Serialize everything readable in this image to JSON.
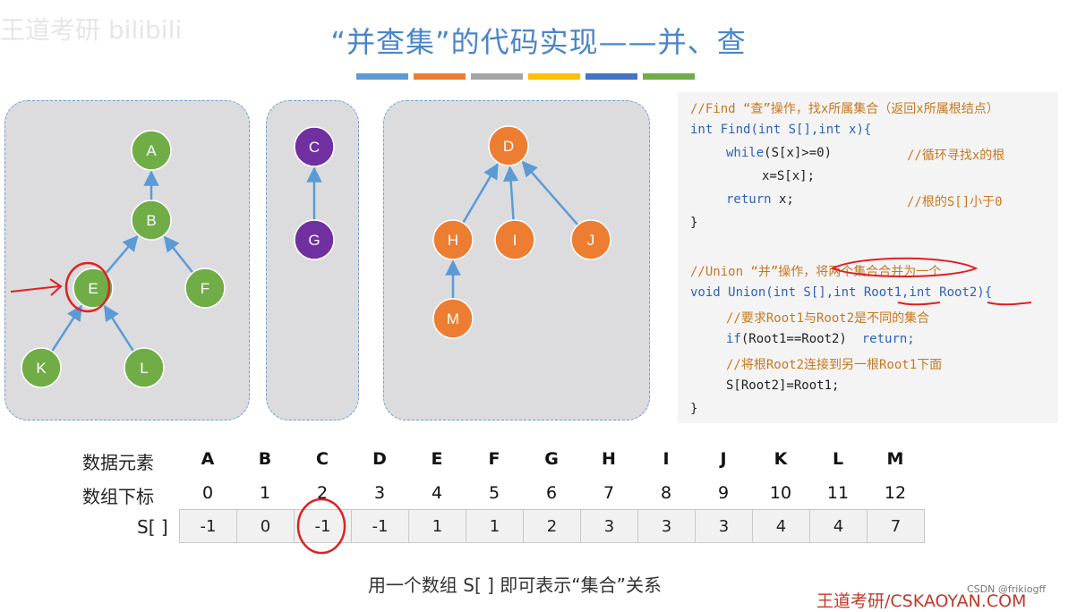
{
  "watermark": "王道考研 bilibili",
  "title": "“并查集”的代码实现——并、查",
  "color_bars": [
    "#5b9bd5",
    "#ed7d31",
    "#a5a5a5",
    "#ffc000",
    "#4472c4",
    "#70ad47"
  ],
  "trees": {
    "node_colors": {
      "green": "#70ad47",
      "purple": "#7030a0",
      "orange": "#ed7d31"
    },
    "nodes": [
      {
        "id": "A",
        "color": "green"
      },
      {
        "id": "B",
        "color": "green"
      },
      {
        "id": "E",
        "color": "green"
      },
      {
        "id": "F",
        "color": "green"
      },
      {
        "id": "K",
        "color": "green"
      },
      {
        "id": "L",
        "color": "green"
      },
      {
        "id": "C",
        "color": "purple"
      },
      {
        "id": "G",
        "color": "purple"
      },
      {
        "id": "D",
        "color": "orange"
      },
      {
        "id": "H",
        "color": "orange"
      },
      {
        "id": "I",
        "color": "orange"
      },
      {
        "id": "J",
        "color": "orange"
      },
      {
        "id": "M",
        "color": "orange"
      }
    ],
    "edges": [
      [
        "B",
        "A"
      ],
      [
        "E",
        "B"
      ],
      [
        "F",
        "B"
      ],
      [
        "K",
        "E"
      ],
      [
        "L",
        "E"
      ],
      [
        "G",
        "C"
      ],
      [
        "H",
        "D"
      ],
      [
        "I",
        "D"
      ],
      [
        "J",
        "D"
      ],
      [
        "M",
        "H"
      ]
    ]
  },
  "code": {
    "find_comment": "//Find “查”操作，找x所属集合（返回x所属根结点）",
    "find_sig_kw": "int",
    "find_sig_rest": " Find(int S[],int x){",
    "while_kw": "while",
    "while_rest": "(S[x]>=0)",
    "while_comment": "//循环寻找x的根",
    "assign": "x=S[x];",
    "return_kw": "return",
    "return_rest": " x;",
    "return_comment": "//根的S[]小于0",
    "close1": "}",
    "union_comment": "//Union “并”操作，将两个集合合并为一个",
    "union_sig_kw": "void",
    "union_sig_rest": " Union(int S[],int Root1,int Root2){",
    "req_comment": "//要求Root1与Root2是不同的集合",
    "if_kw": "if",
    "if_rest": "(Root1==Root2)",
    "if_return": "return;",
    "link_comment": "//将根Root2连接到另一根Root1下面",
    "link_stmt": "S[Root2]=Root1;",
    "close2": "}"
  },
  "table": {
    "label_elements": "数据元素",
    "label_indices": "数组下标",
    "label_s": "S[ ]",
    "letters": [
      "A",
      "B",
      "C",
      "D",
      "E",
      "F",
      "G",
      "H",
      "I",
      "J",
      "K",
      "L",
      "M"
    ],
    "indices": [
      "0",
      "1",
      "2",
      "3",
      "4",
      "5",
      "6",
      "7",
      "8",
      "9",
      "10",
      "11",
      "12"
    ],
    "values": [
      "-1",
      "0",
      "-1",
      "-1",
      "1",
      "1",
      "2",
      "3",
      "3",
      "3",
      "4",
      "4",
      "7"
    ]
  },
  "caption": "用一个数组 S[ ] 即可表示“集合”关系",
  "brand": "王道考研/CSKAOYAN.COM",
  "csdn": "CSDN @frikiogff"
}
